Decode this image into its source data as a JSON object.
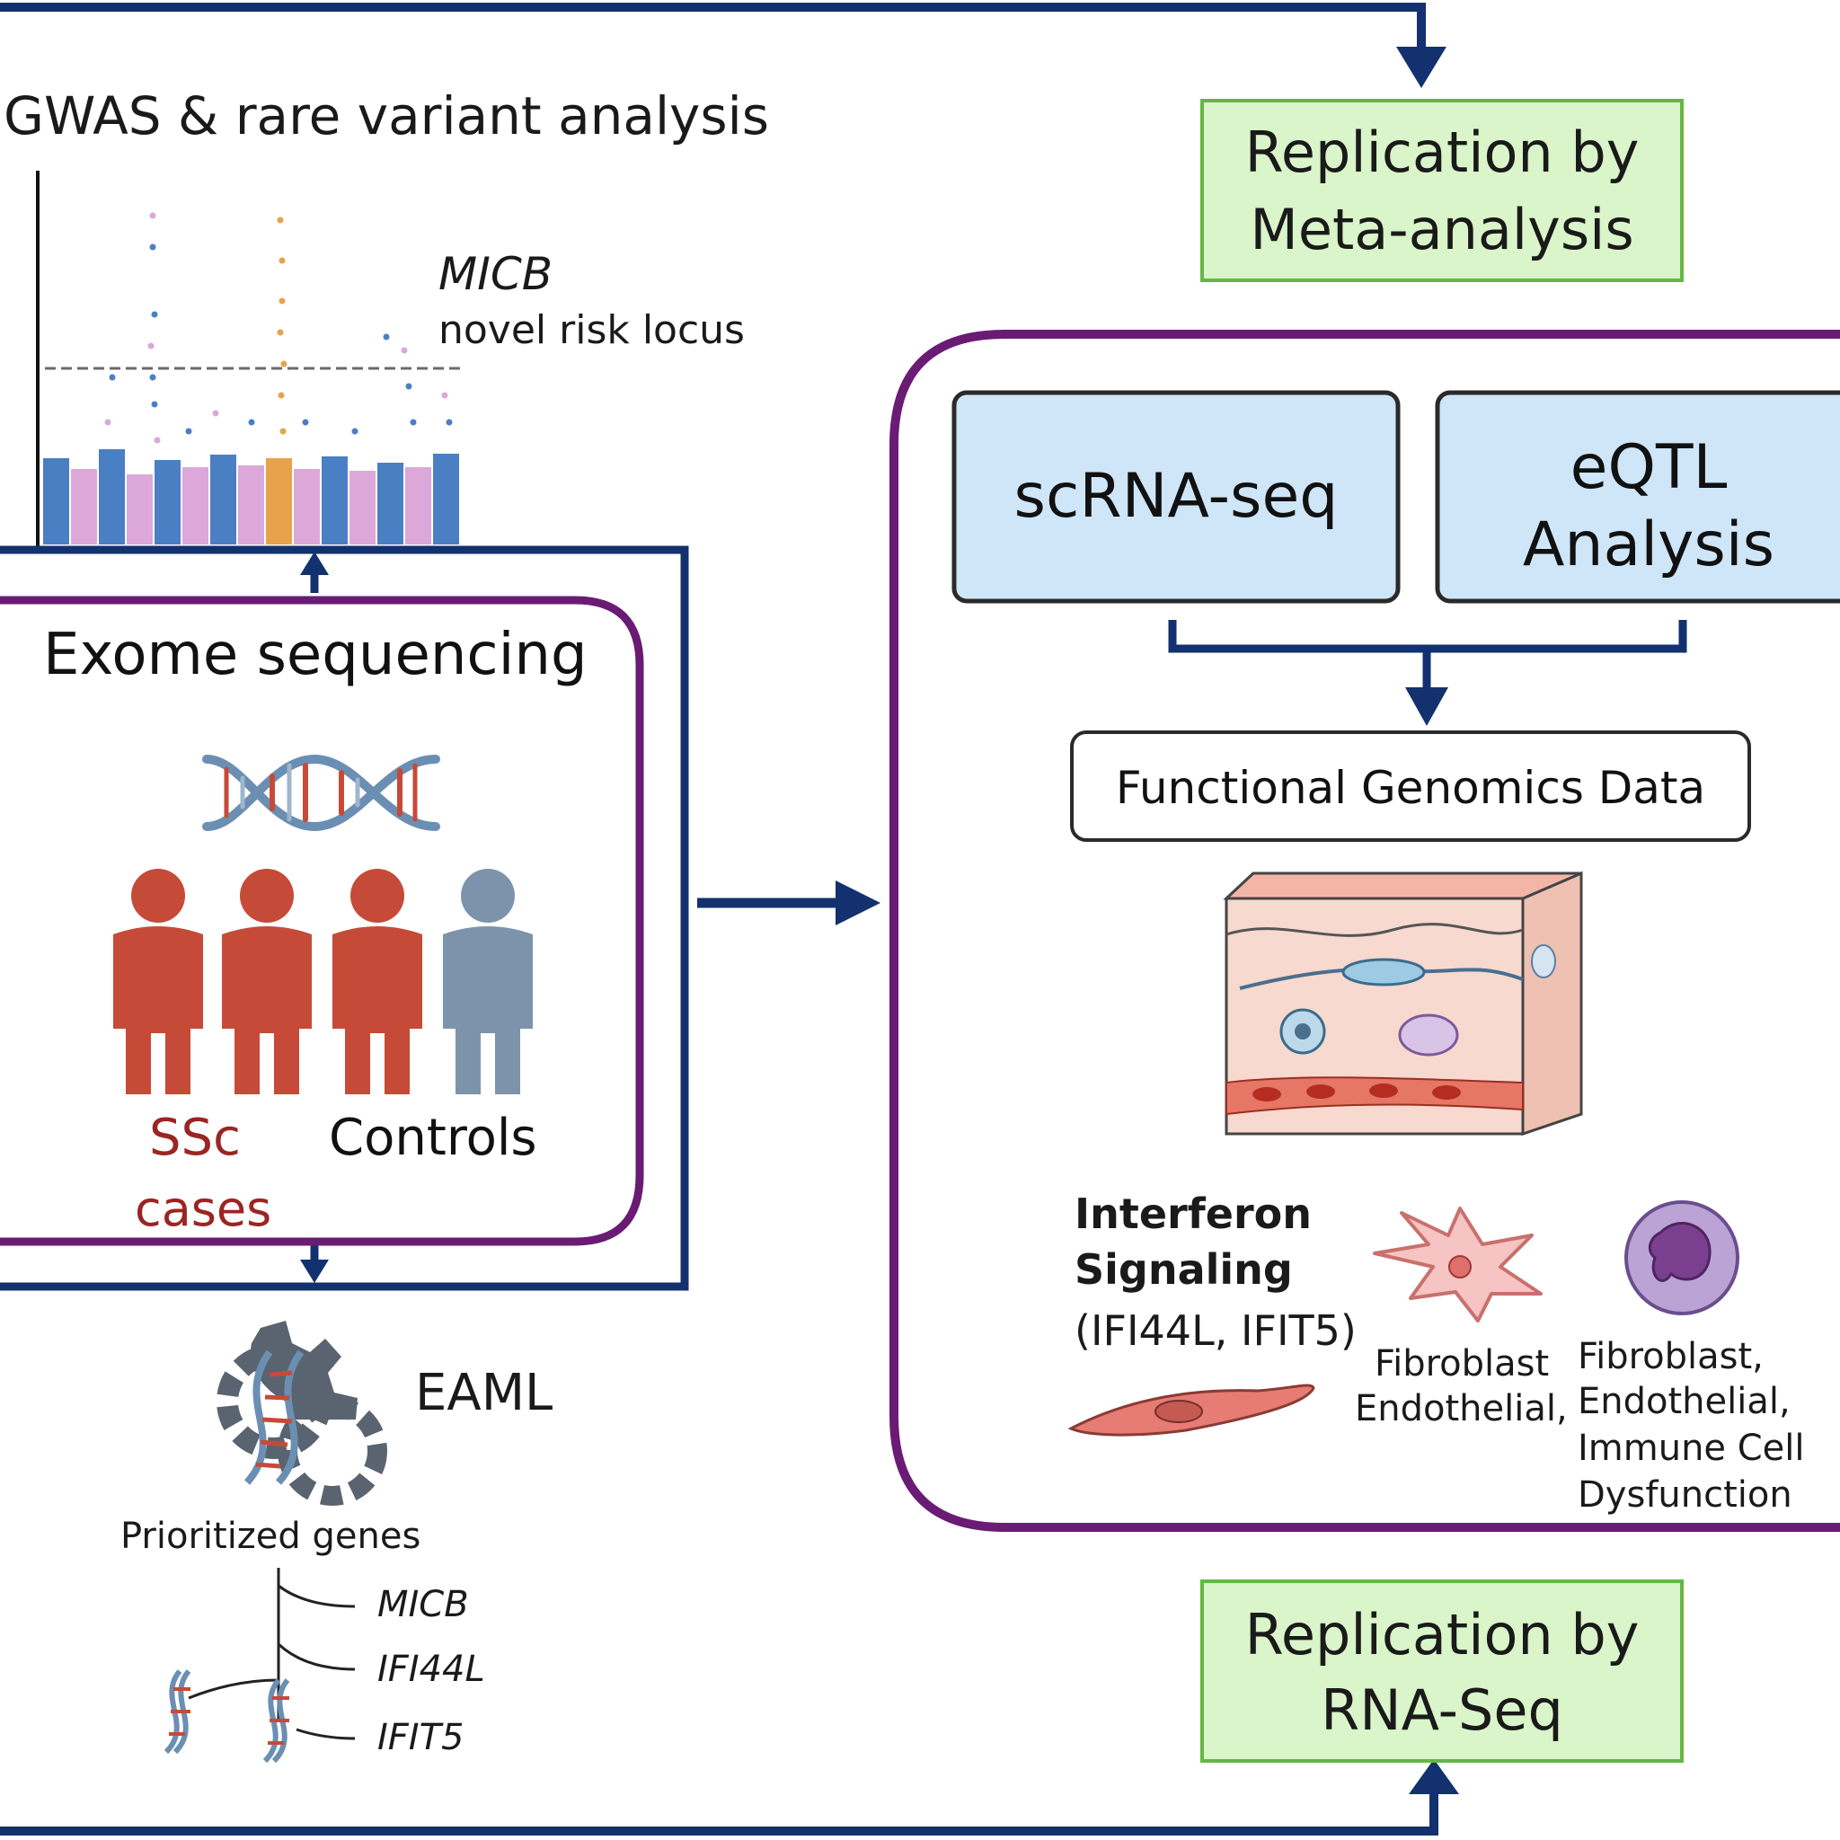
{
  "gwas": {
    "title": "GWAS & rare variant analysis",
    "hit_gene": "MICB",
    "hit_note": "novel risk locus"
  },
  "exome": {
    "title": "Exome sequencing",
    "cases_label_line1": "SSc",
    "cases_label_line2": "cases",
    "controls_label": "Controls"
  },
  "eaml": {
    "title": "EAML",
    "prioritized_label": "Prioritized genes",
    "genes": [
      "MICB",
      "IFI44L",
      "IFIT5"
    ]
  },
  "replication": {
    "meta_line1": "Replication by",
    "meta_line2": "Meta-analysis",
    "rna_line1": "Replication by",
    "rna_line2": "RNA-Seq"
  },
  "functional": {
    "scrna": "scRNA-seq",
    "eqtl_line1": "eQTL",
    "eqtl_line2": "Analysis",
    "data_label": "Functional Genomics Data",
    "interferon_line1": "Interferon",
    "interferon_line2": "Signaling",
    "interferon_line3": "(IFI44L, IFIT5)",
    "fib_line1": "Fibroblast",
    "fib_line2": "Endothelial,",
    "dys_line1": "Fibroblast,",
    "dys_line2": "Endothelial,",
    "dys_line3": "Immune Cell",
    "dys_line4": "Dysfunction"
  },
  "colors": {
    "navy": "#12316e",
    "purple": "#6a1b74",
    "green_box": "#d9f5c9",
    "green_border": "#63b843",
    "blue_box": "#cfe6f8",
    "case_red": "#c64a38",
    "control_gray": "#7d93ac",
    "manhattan_blue": "#4a7fc4",
    "manhattan_pink": "#dca7d9",
    "manhattan_orange": "#e7a24a",
    "dark_red_text": "#9b2522"
  }
}
